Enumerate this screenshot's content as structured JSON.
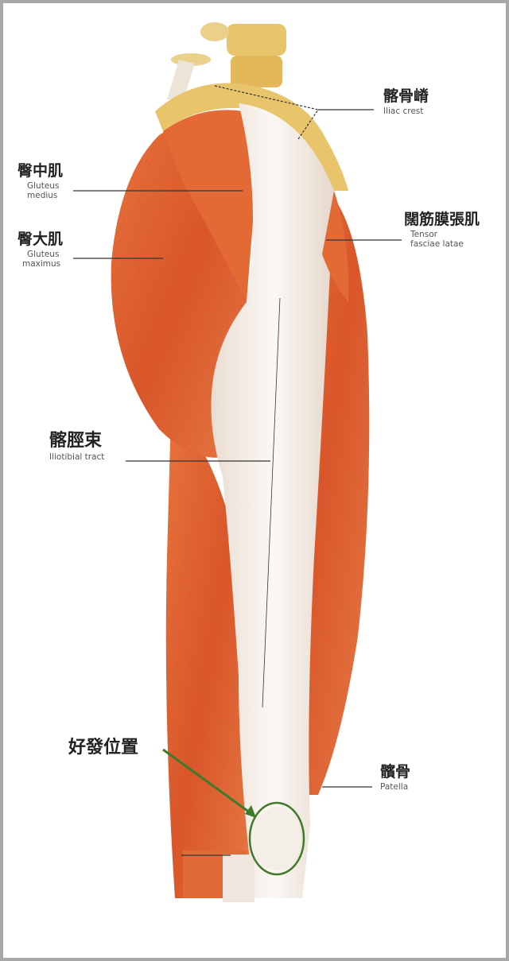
{
  "labels": {
    "iliac_crest": {
      "zh": "髂骨嵴",
      "en": "Iliac crest"
    },
    "gluteus_medius": {
      "zh": "臀中肌",
      "en": "Gluteus",
      "en2": "medius"
    },
    "gluteus_maximus": {
      "zh": "臀大肌",
      "en": "Gluteus",
      "en2": "maximus"
    },
    "tensor_fasciae_latae": {
      "zh": "闊筋膜張肌",
      "en": "Tensor",
      "en2": "fasciae latae"
    },
    "iliotibial_tract": {
      "zh": "髂脛束",
      "en": "Iliotibial tract"
    },
    "common_site": {
      "zh": "好發位置"
    },
    "patella": {
      "zh": "髕骨",
      "en": "Patella"
    }
  },
  "colors": {
    "muscle": "#e0622e",
    "tendon": "#f3efe9",
    "highlight": "#3f7a2a",
    "bone": "#e8c46a"
  }
}
